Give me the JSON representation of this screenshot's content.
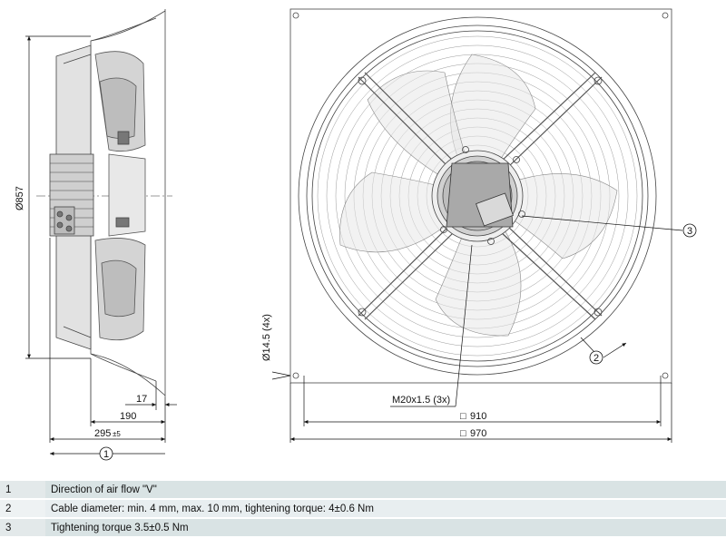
{
  "dimensions": {
    "diameter_857": "Ø857",
    "width_17": "17",
    "width_190": "190",
    "width_295": "295",
    "tolerance_295": "±5",
    "hole_diameter": "Ø14.5 (4x)",
    "thread": "M20x1.5 (3x)",
    "square_910": "910",
    "square_970": "970",
    "square_symbol": "□"
  },
  "callouts": {
    "airflow": "1",
    "cable": "2",
    "torque": "3"
  },
  "notes": [
    {
      "number": "1",
      "text": "Direction of air flow \"V\""
    },
    {
      "number": "2",
      "text": "Cable diameter: min. 4 mm, max. 10 mm, tightening torque: 4±0.6 Nm"
    },
    {
      "number": "3",
      "text": "Tightening torque 3.5±0.5 Nm"
    }
  ]
}
